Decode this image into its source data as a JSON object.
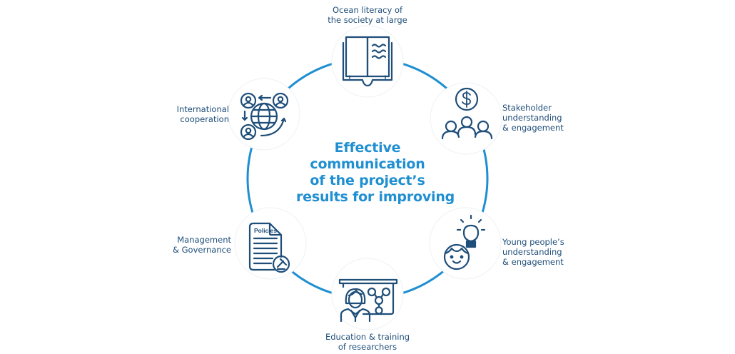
{
  "diagram": {
    "title_lines": [
      "Effective",
      "communication",
      "of the project’s",
      "results for improving"
    ],
    "colors": {
      "ring": "#1f8fd1",
      "title": "#1f8fd1",
      "icon_stroke": "#1f4e79",
      "label_text": "#1f4e79",
      "node_outline": "#eef1f4"
    },
    "nodes": [
      {
        "id": "ocean-literacy",
        "icon": "open-book-waves-icon",
        "label_lines": [
          "Ocean literacy of",
          "the society at large"
        ]
      },
      {
        "id": "stakeholder",
        "icon": "dollar-people-icon",
        "label_lines": [
          "Stakeholder",
          "understanding",
          "& engagement"
        ]
      },
      {
        "id": "young-people",
        "icon": "child-lightbulb-icon",
        "label_lines": [
          "Young people’s",
          "understanding",
          "& engagement"
        ]
      },
      {
        "id": "education",
        "icon": "teacher-whiteboard-icon",
        "label_lines": [
          "Education & training",
          "of researchers"
        ]
      },
      {
        "id": "management",
        "icon": "policies-document-gavel-icon",
        "label_lines": [
          "Management",
          "& Governance"
        ],
        "doc_heading": "Policies"
      },
      {
        "id": "international",
        "icon": "globe-people-exchange-icon",
        "label_lines": [
          "International",
          "cooperation"
        ]
      }
    ]
  }
}
